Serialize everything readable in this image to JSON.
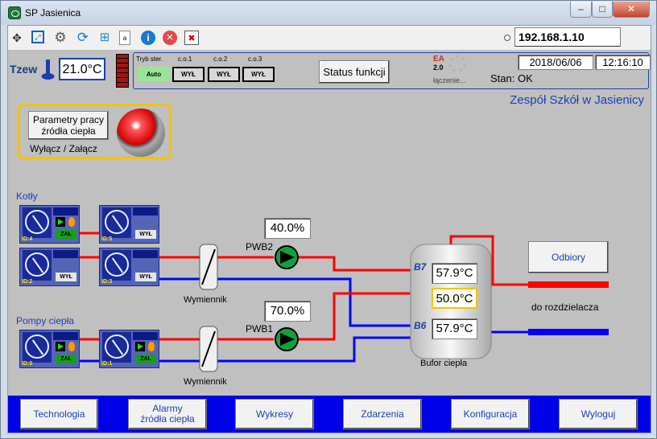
{
  "window": {
    "title": "SP Jasienica",
    "min_glyph": "–",
    "max_glyph": "□",
    "close_glyph": "✕"
  },
  "toolbar": {
    "icons": [
      "network-icon",
      "fullscreen-icon",
      "gear-icon",
      "refresh-icon",
      "windows-icon",
      "document-icon",
      "info-icon",
      "close-circle-icon",
      "exit-calendar-icon"
    ],
    "ip_address": "192.168.1.10"
  },
  "topbar": {
    "tzew_label": "Tzew",
    "tzew_value": "21.0°C",
    "tryb_label": "Tryb ster.",
    "mode_auto": "Auto",
    "circuits": [
      {
        "label": "c.o.1",
        "state": "WYŁ"
      },
      {
        "label": "c.o.2",
        "state": "WYŁ"
      },
      {
        "label": "c.o.3",
        "state": "WYŁ"
      }
    ],
    "status_button": "Status funkcji",
    "ea_logo": "EA",
    "ea_version": "2.0",
    "connecting": "łączenie...",
    "date": "2018/06/06",
    "time": "12:16:10",
    "stan": "Stan: OK"
  },
  "org_name": "Zespół Szkół w Jasienicy",
  "source": {
    "params_button": "Parametry pracy źródła ciepła",
    "toggle_label": "Wyłącz / Załącz"
  },
  "groups": {
    "kotly": "Kotły",
    "pompy": "Pompy ciepła"
  },
  "units": [
    {
      "id": "ID:4",
      "status": "ZAŁ",
      "on": true
    },
    {
      "id": "ID:5",
      "status": "WYŁ",
      "on": false
    },
    {
      "id": "ID:2",
      "status": "WYŁ",
      "on": false
    },
    {
      "id": "ID:3",
      "status": "WYŁ",
      "on": false
    },
    {
      "id": "ID:0",
      "status": "ZAŁ",
      "on": true
    },
    {
      "id": "ID:1",
      "status": "ZAŁ",
      "on": true
    }
  ],
  "exchanger_label": "Wymiennik",
  "pumps": [
    {
      "label": "PWB2",
      "value": "40.0%"
    },
    {
      "label": "PWB1",
      "value": "70.0%"
    }
  ],
  "buffer": {
    "label": "Bufor ciepła",
    "sensor_top": "B7",
    "sensor_bottom": "B6",
    "t_top": "57.9°C",
    "t_mid": "50.0°C",
    "t_bottom": "57.9°C"
  },
  "odbiory_button": "Odbiory",
  "rozdz_label": "do rozdzielacza",
  "nav": [
    "Technologia",
    "Alarmy\nźródła ciepła",
    "Wykresy",
    "Zdarzenia",
    "Konfiguracja",
    "Wyloguj"
  ],
  "colors": {
    "supply": "#ff0000",
    "return": "#0000ff",
    "accent": "#1c3faf",
    "frame": "#f2c400"
  }
}
